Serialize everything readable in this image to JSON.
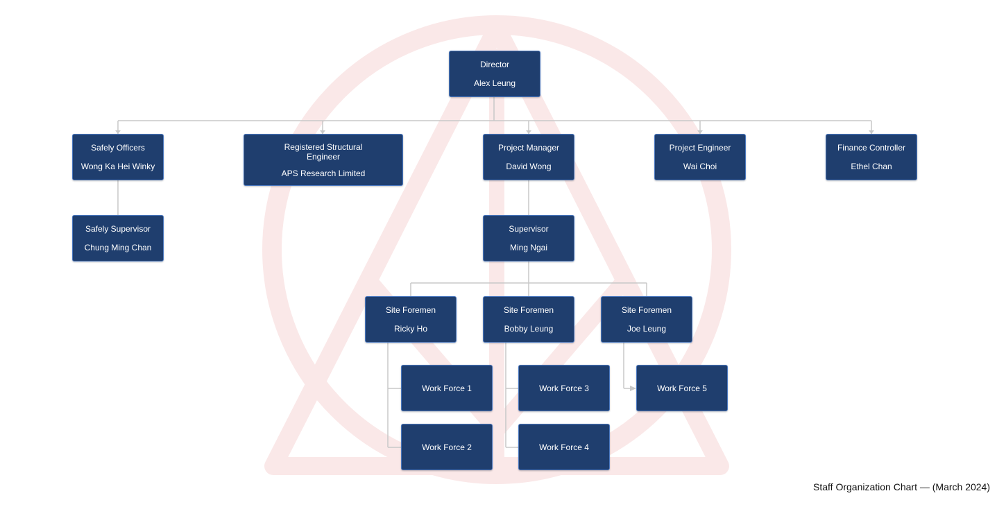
{
  "colors": {
    "box_fill": "#1f3e6e",
    "box_border": "#4a78c0",
    "box_text": "#ffffff",
    "connector": "#c8c8c8",
    "watermark": "#f3c4c4"
  },
  "watermark": {
    "icon": "circle-triangle-logo-watermark"
  },
  "chart": {
    "director": {
      "role": "Director",
      "name": "Alex Leung"
    },
    "safety_officers": {
      "role": "Safely Officers",
      "name": "Wong Ka Hei Winky"
    },
    "structural_engineer": {
      "role": "Registered Structural Engineer",
      "name": "APS Research Limited"
    },
    "project_manager": {
      "role": "Project Manager",
      "name": "David Wong"
    },
    "project_engineer": {
      "role": "Project Engineer",
      "name": "Wai Choi"
    },
    "finance_controller": {
      "role": "Finance Controller",
      "name": "Ethel Chan"
    },
    "safety_supervisor": {
      "role": "Safely Supervisor",
      "name": "Chung Ming Chan"
    },
    "supervisor": {
      "role": "Supervisor",
      "name": "Ming Ngai"
    },
    "foreman_1": {
      "role": "Site Foremen",
      "name": "Ricky Ho"
    },
    "foreman_2": {
      "role": "Site Foremen",
      "name": "Bobby Leung"
    },
    "foreman_3": {
      "role": "Site Foremen",
      "name": "Joe Leung"
    },
    "work_force_1": {
      "label": "Work Force 1"
    },
    "work_force_2": {
      "label": "Work Force 2"
    },
    "work_force_3": {
      "label": "Work Force 3"
    },
    "work_force_4": {
      "label": "Work Force 4"
    },
    "work_force_5": {
      "label": "Work Force 5"
    }
  },
  "caption": "Staff Organization Chart — (March 2024)"
}
